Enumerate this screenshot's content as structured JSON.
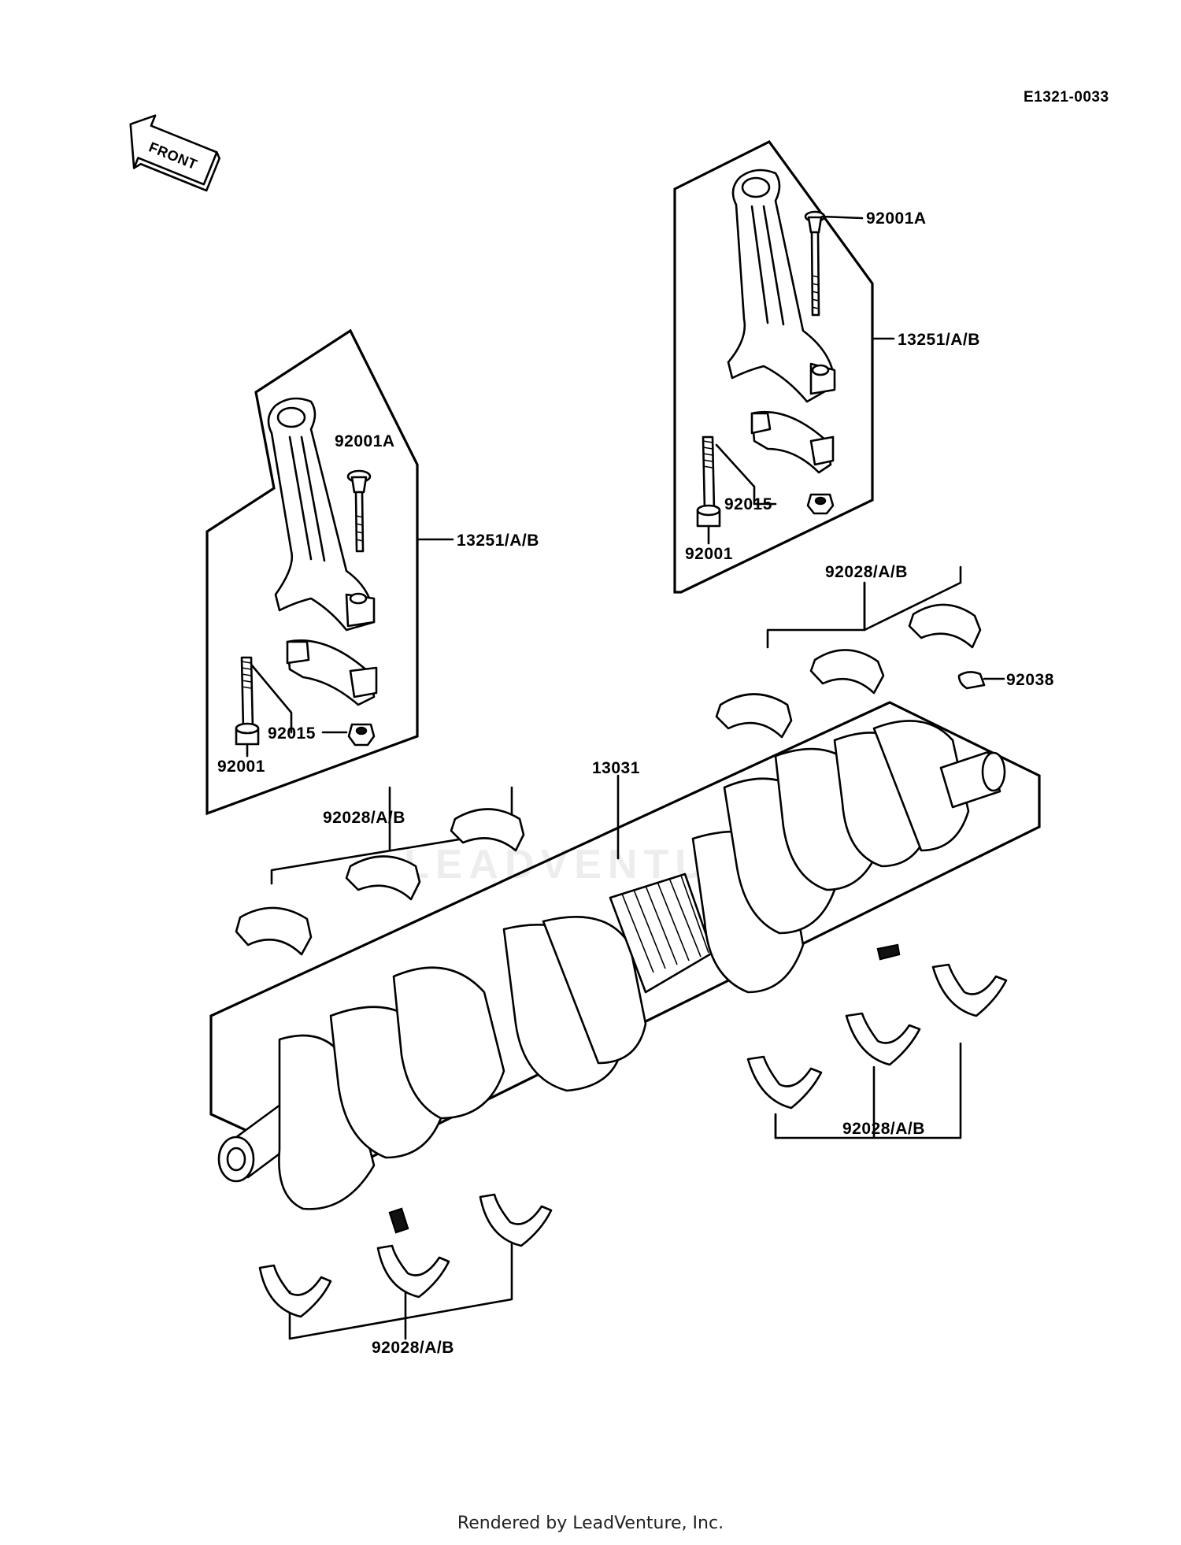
{
  "diagram_ref": "E1321-0033",
  "front_label": "FRONT",
  "footer": "Rendered by LeadVenture, Inc.",
  "watermark": "LEADVENTURE",
  "labels": {
    "right_bolt_upper": "92001A",
    "right_rod": "13251/A/B",
    "right_nut": "92015",
    "right_bolt_lower": "92001",
    "left_bolt_upper": "92001A",
    "left_rod": "13251/A/B",
    "left_nut": "92015",
    "left_bolt_lower": "92001",
    "key": "92038",
    "crankshaft": "13031",
    "bearing_upper_left": "92028/A/B",
    "bearing_upper_right": "92028/A/B",
    "bearing_lower_right": "92028/A/B",
    "bearing_lower_left": "92028/A/B"
  },
  "colors": {
    "line": "#000000",
    "background": "#ffffff"
  }
}
